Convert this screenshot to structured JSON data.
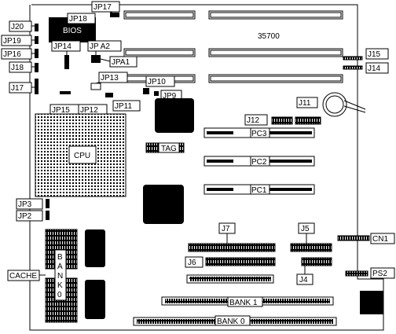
{
  "board": {
    "model": "35700",
    "bios_label": "BIOS",
    "cpu_label": "CPU",
    "tag_label": "TAG",
    "cache_label": "CACHE",
    "bank0_vertical": [
      "B",
      "A",
      "N",
      "K",
      "0"
    ]
  },
  "jumpers": {
    "j20": "J20",
    "jp18": "JP18",
    "jp17": "JP17",
    "jp19": "JP19",
    "jp16": "JP16",
    "jp14": "JP14",
    "jpa2": "JP A2",
    "jpa1": "JPA1",
    "j18": "J18",
    "jp13": "JP13",
    "jp10": "JP10",
    "j17": "J17",
    "jp9": "JP9",
    "jp15": "JP15",
    "jp12": "JP12",
    "jp11": "JP11",
    "j15": "J15",
    "j14": "J14",
    "j11": "J11",
    "j12": "J12",
    "jp3": "JP3",
    "jp2": "JP2"
  },
  "slots": {
    "pc1": "PC1",
    "pc2": "PC2",
    "pc3": "PC3"
  },
  "connectors": {
    "j7": "J7",
    "j5": "J5",
    "j6": "J6",
    "j4": "J4",
    "cn1": "CN1",
    "ps2": "PS2"
  },
  "memory": {
    "bank1": "BANK 1",
    "bank0": "BANK 0"
  }
}
